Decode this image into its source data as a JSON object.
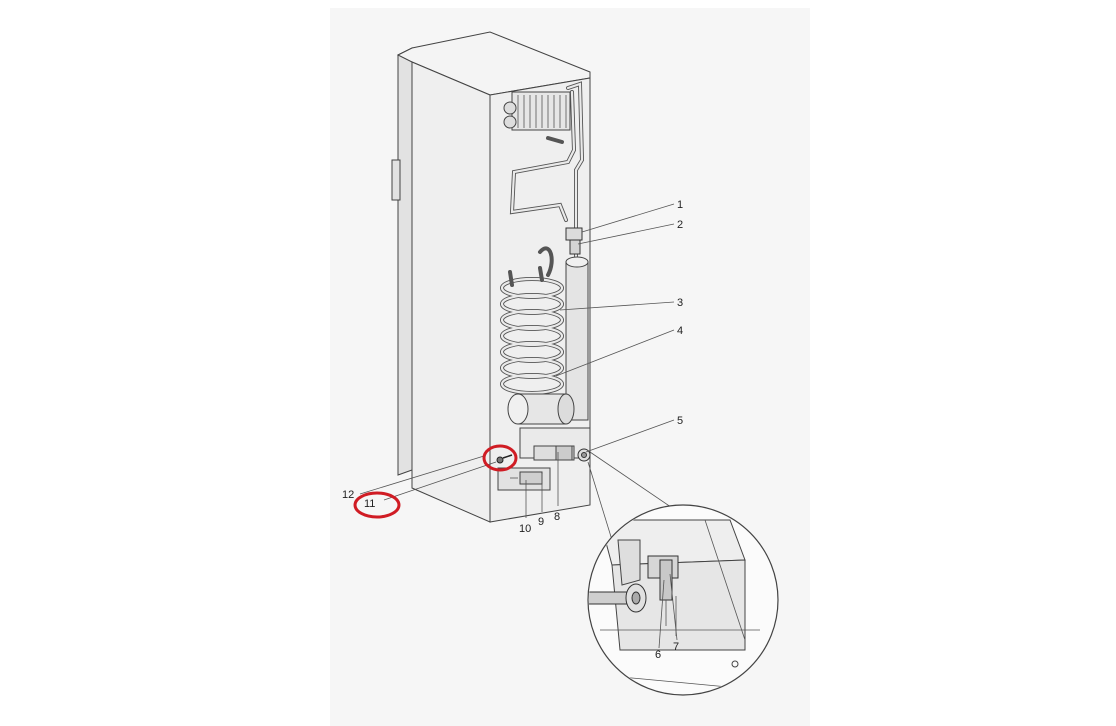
{
  "diagram": {
    "callouts": [
      {
        "id": "c1",
        "text": "1"
      },
      {
        "id": "c2",
        "text": "2"
      },
      {
        "id": "c3",
        "text": "3"
      },
      {
        "id": "c4",
        "text": "4"
      },
      {
        "id": "c5",
        "text": "5"
      },
      {
        "id": "c6",
        "text": "6"
      },
      {
        "id": "c7",
        "text": "7"
      },
      {
        "id": "c8",
        "text": "8"
      },
      {
        "id": "c9",
        "text": "9"
      },
      {
        "id": "c10",
        "text": "10"
      },
      {
        "id": "c11",
        "text": "11"
      },
      {
        "id": "c12",
        "text": "12"
      }
    ],
    "highlight_color": "#d01c24",
    "highlighted_items": [
      "11",
      "screw-near-burner"
    ]
  }
}
